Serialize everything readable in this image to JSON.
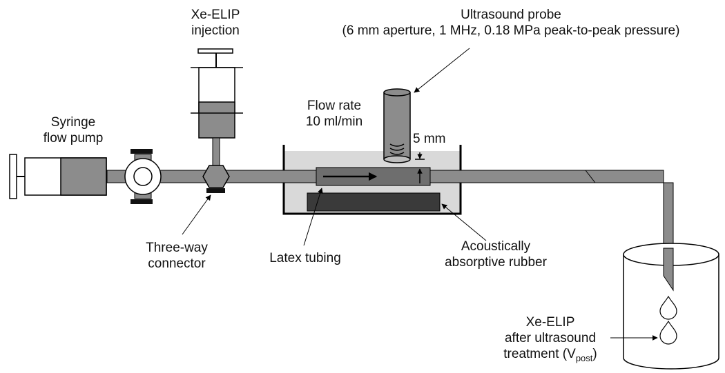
{
  "labels": {
    "injection": [
      "Xe-ELIP",
      "injection"
    ],
    "probe": [
      "Ultrasound probe",
      "(6 mm aperture, 1 MHz, 0.18 MPa peak-to-peak pressure)"
    ],
    "flow_rate": [
      "Flow rate",
      "10 ml/min"
    ],
    "gap": "5 mm",
    "pump": [
      "Syringe",
      "flow pump"
    ],
    "connector": [
      "Three-way",
      "connector"
    ],
    "tubing": "Latex tubing",
    "rubber": [
      "Acoustically",
      "absorptive rubber"
    ],
    "collection": {
      "line1": "Xe-ELIP",
      "line2": "after ultrasound",
      "line3_prefix": "treatment (V",
      "line3_sub": "post",
      "line3_suffix": ")"
    }
  },
  "colors": {
    "tube": "#8c8c8c",
    "fluid": "#8c8c8c",
    "water": "#d9d9d9",
    "rubber": "#3a3a3a",
    "outline": "#000000"
  }
}
